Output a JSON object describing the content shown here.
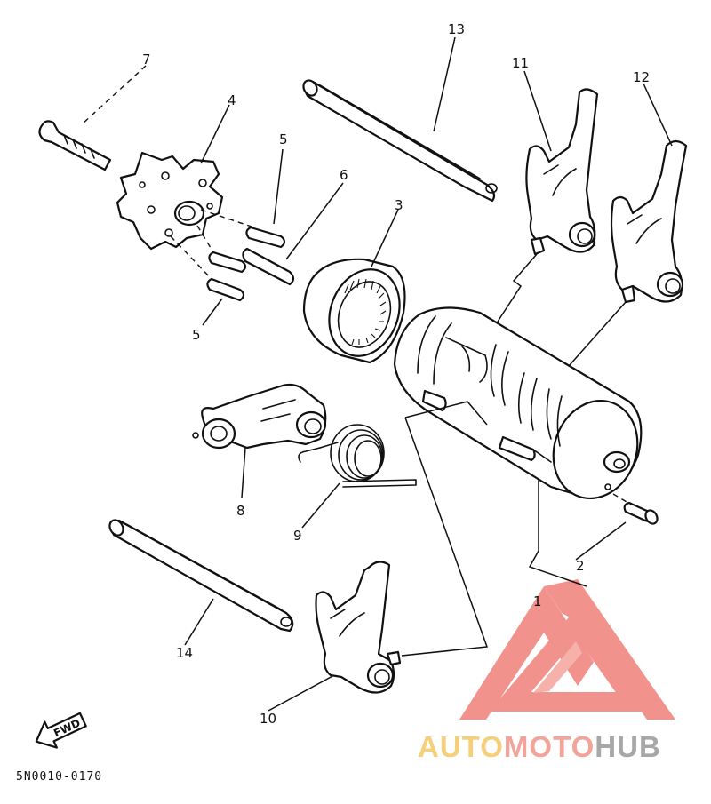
{
  "diagram_code": "5N0010-0170",
  "fwd_label": "FWD",
  "callouts": [
    {
      "id": "1",
      "part": "shift-cam"
    },
    {
      "id": "2",
      "part": "bolt"
    },
    {
      "id": "3",
      "part": "bearing"
    },
    {
      "id": "4",
      "part": "segment"
    },
    {
      "id": "5a",
      "text": "5",
      "part": "dowel-pin-upper"
    },
    {
      "id": "5b",
      "text": "5",
      "part": "dowel-pin-lower"
    },
    {
      "id": "6",
      "part": "long-pin"
    },
    {
      "id": "7",
      "part": "screw"
    },
    {
      "id": "8",
      "part": "stopper-lever"
    },
    {
      "id": "9",
      "part": "torsion-spring"
    },
    {
      "id": "10",
      "part": "shift-fork-lower"
    },
    {
      "id": "11",
      "part": "shift-fork-upper"
    },
    {
      "id": "12",
      "part": "shift-fork-right"
    },
    {
      "id": "13",
      "part": "guide-bar-upper"
    },
    {
      "id": "14",
      "part": "guide-bar-lower"
    }
  ],
  "labels": {
    "c1": "1",
    "c2": "2",
    "c3": "3",
    "c4": "4",
    "c5a": "5",
    "c5b": "5",
    "c6": "6",
    "c7": "7",
    "c8": "8",
    "c9": "9",
    "c10": "10",
    "c11": "11",
    "c12": "12",
    "c13": "13",
    "c14": "14"
  },
  "watermark": {
    "part1": "AUTO",
    "part2": "MOTO",
    "part3": "HUB",
    "colors": {
      "auto": "#f6cf7a",
      "moto": "#f2a49b",
      "hub": "#a7a7a7",
      "logo": "#ef7f7a"
    }
  }
}
